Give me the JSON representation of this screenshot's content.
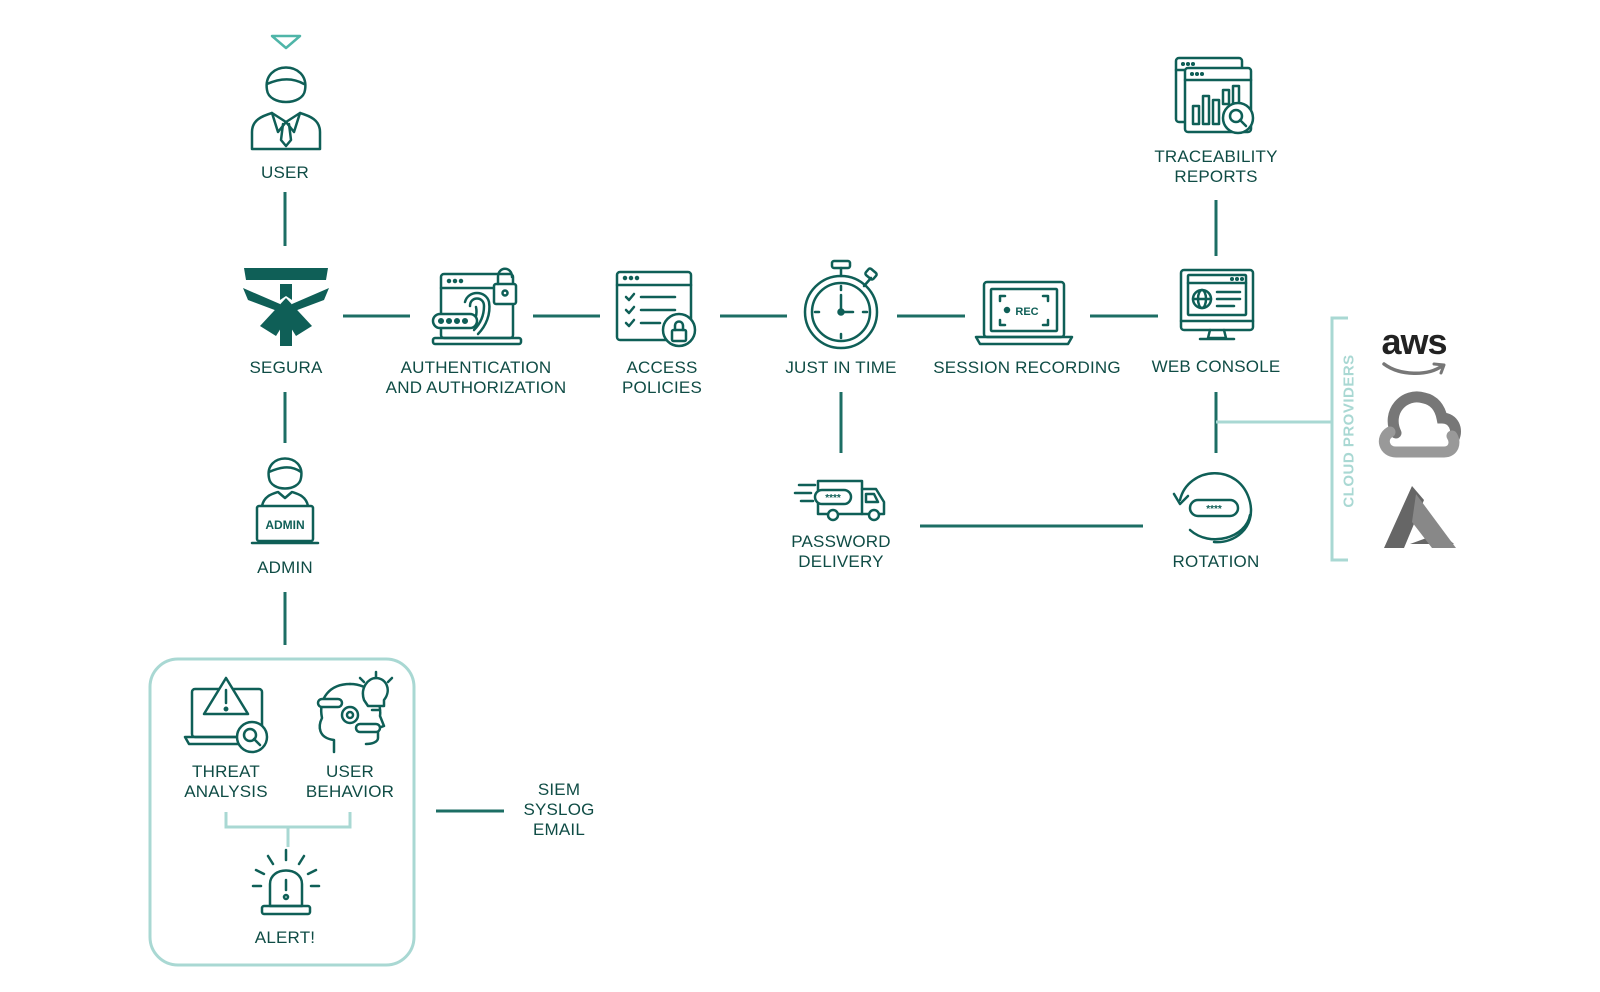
{
  "colors": {
    "primary": "#0f5f57",
    "line": "#1c6e64",
    "light": "#a9d8d3",
    "grey": "#777777"
  },
  "nodes": {
    "user": [
      "USER"
    ],
    "segura": [
      "SEGURA"
    ],
    "auth": [
      "AUTHENTICATION",
      "AND AUTHORIZATION"
    ],
    "access": [
      "ACCESS",
      "POLICIES"
    ],
    "jit": [
      "JUST IN TIME"
    ],
    "session": [
      "SESSION RECORDING"
    ],
    "webconsole": [
      "WEB CONSOLE"
    ],
    "traceability": [
      "TRACEABILITY",
      "REPORTS"
    ],
    "password": [
      "PASSWORD",
      "DELIVERY"
    ],
    "rotation": [
      "ROTATION"
    ],
    "admin": [
      "ADMIN"
    ],
    "threat": [
      "THREAT",
      "ANALYSIS"
    ],
    "behavior": [
      "USER",
      "BEHAVIOR"
    ],
    "alert": [
      "ALERT!"
    ],
    "siem": [
      "SIEM",
      "SYSLOG",
      "EMAIL"
    ]
  },
  "icon_text": {
    "admin_badge": "ADMIN",
    "rec": "REC",
    "password_mask": "****",
    "aws": "aws"
  },
  "cloud_providers": {
    "label": "CLOUD PROVIDERS",
    "items": [
      "aws-logo",
      "google-cloud-logo",
      "azure-logo"
    ]
  }
}
